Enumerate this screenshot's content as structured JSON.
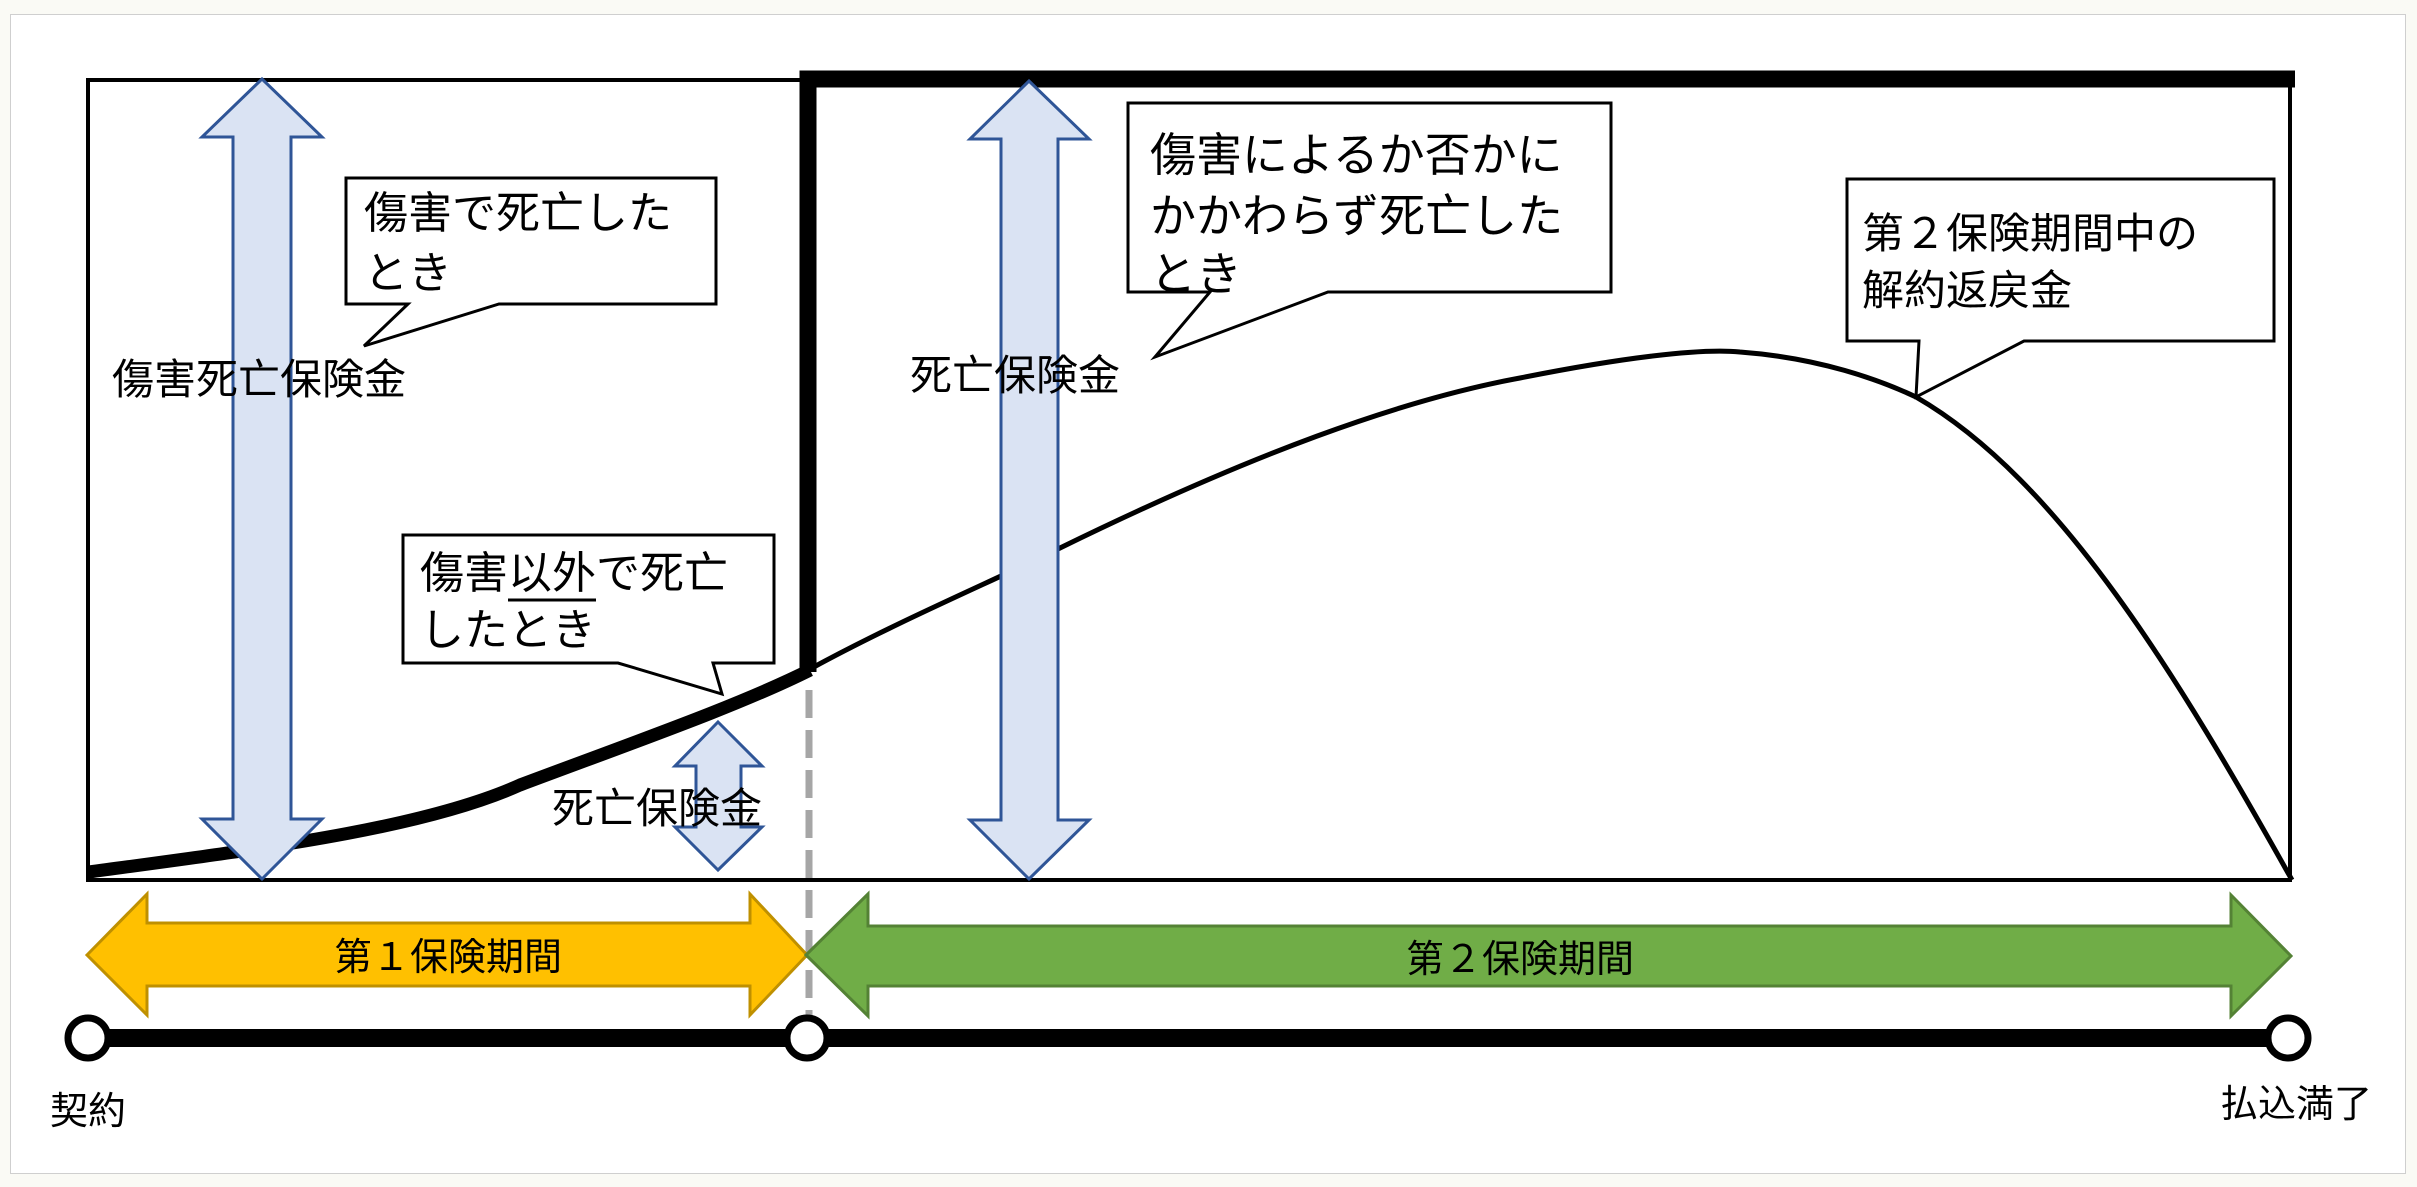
{
  "diagram": {
    "title_visible": false,
    "labels": {
      "accidental_death_benefit": "傷害死亡保険金",
      "death_benefit_period1": "死亡保険金",
      "death_benefit_period2": "死亡保険金"
    },
    "callouts": {
      "accident_death": [
        "傷害で死亡した",
        "とき"
      ],
      "non_accident_death": {
        "line1_pre": "傷害",
        "line1_underlined": "以外",
        "line1_post": "で死亡",
        "line2": "したとき"
      },
      "any_death": [
        "傷害によるか否かに",
        "かかわらず死亡した",
        "とき"
      ],
      "surrender_value": [
        "第２保険期間中の",
        "解約返戻金"
      ]
    },
    "periods": [
      {
        "label": "第１保険期間",
        "color": "#ffc000",
        "border": "#bf9000"
      },
      {
        "label": "第２保険期間",
        "color": "#70ad47",
        "border": "#548235"
      }
    ],
    "timeline": {
      "start_label": "契約",
      "end_label": "払込満了"
    },
    "colors": {
      "benefit_arrow_fill": "#dae3f3",
      "benefit_arrow_stroke": "#2f5597",
      "divider_dash": "#a6a6a6",
      "line": "#000000"
    }
  }
}
